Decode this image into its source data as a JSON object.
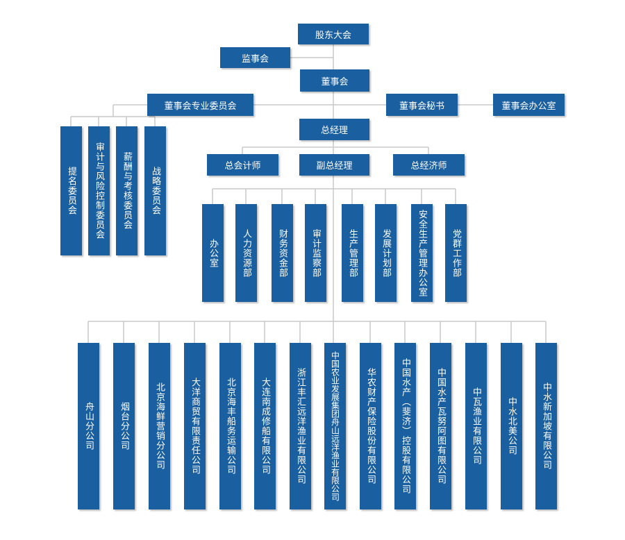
{
  "org": {
    "shareholders": "股东大会",
    "supervisory_board": "监事会",
    "board": "董事会",
    "board_committees": "董事会专业委员会",
    "board_secretary": "董事会秘书",
    "board_office": "董事会办公室",
    "general_manager": "总经理",
    "chief_accountant": "总会计师",
    "deputy_gm": "副总经理",
    "chief_economist": "总经济师",
    "committees": [
      "提名委员会",
      "审计与风险控制委员会",
      "薪酬与考核委员会",
      "战略委员会"
    ],
    "departments": [
      "办公室",
      "人力资源部",
      "财务资金部",
      "审计监察部",
      "生产管理部",
      "发展计划部",
      "安全生产管理办公室",
      "党群工作部"
    ],
    "subsidiaries": [
      "舟山分公司",
      "烟台分公司",
      "北京海鲜营销分公司",
      "大洋商贸有限责任公司",
      "北京海丰船务运输公司",
      "大连南成修船有限公司",
      "浙江丰汇远洋渔业有限公司",
      "中国农业发展集团舟山远洋渔业有限公司",
      "华农财产保险股份有限公司",
      "中国水产（斐济）控股有限公司",
      "中国水产瓦努阿图有限公司",
      "中瓦渔业有限公司",
      "中水北美公司",
      "中水新加坡有限公司"
    ]
  },
  "colors": {
    "box": "#1a5fa0",
    "line": "#c8c8c8"
  }
}
